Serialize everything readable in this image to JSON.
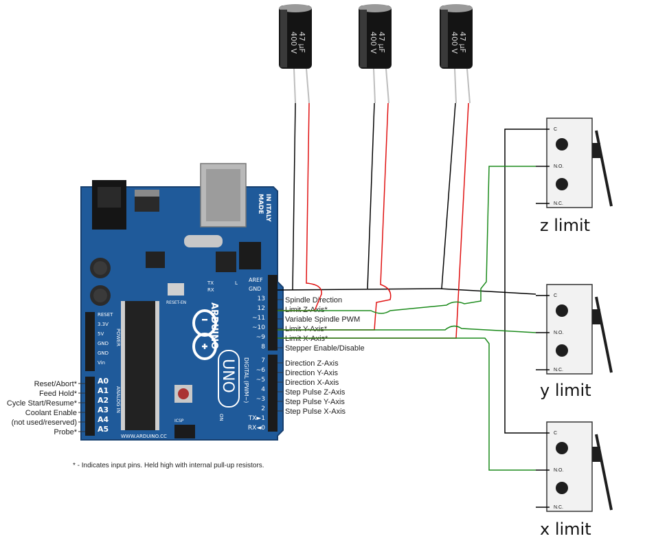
{
  "board": {
    "brand": "ARDUINO",
    "model": "UNO",
    "made_in": [
      "MADE",
      "IN ITALY"
    ],
    "website": "WWW.ARDUINO.CC",
    "digital_header": "DIGITAL (PWM~)",
    "power_header": "POWER",
    "analog_header": "ANALOG IN",
    "aref": "AREF",
    "gnd": "GND",
    "reset": "RESET",
    "reset_en": "RESET-EN",
    "icsp": "ICSP",
    "on": "ON",
    "tx": "TX",
    "rx": "RX",
    "l": "L",
    "power_pins": [
      "RESET",
      "3.3V",
      "5V",
      "GND",
      "GND",
      "Vin"
    ],
    "analog_pins": [
      "A0",
      "A1",
      "A2",
      "A3",
      "A4",
      "A5"
    ],
    "digital_pins": [
      "13",
      "12",
      "~11",
      "~10",
      "~9",
      "8",
      "7",
      "~6",
      "~5",
      "4",
      "~3",
      "2",
      "TX►1",
      "RX◄0"
    ],
    "colors": {
      "pcb": "#1f5a9a",
      "pcb_dark": "#173f6e",
      "header": "#1b1b1b",
      "chip": "#222222"
    }
  },
  "digital_labels": [
    "Spindle Direction",
    "Limit Z-Axis*",
    "Variable Spindle PWM",
    "Limit Y-Axis*",
    "Limit X-Axis*",
    "Stepper Enable/Disable",
    "Direction Z-Axis",
    "Direction Y-Axis",
    "Direction X-Axis",
    "Step Pulse Z-Axis",
    "Step Pulse Y-Axis",
    "Step Pulse X-Axis"
  ],
  "analog_labels": [
    "Reset/Abort*",
    "Feed Hold*",
    "Cycle Start/Resume*",
    "Coolant Enable",
    "(not used/reserved)",
    "Probe*"
  ],
  "footnote": "* - Indicates input pins. Held high with internal pull-up resistors.",
  "capacitors": [
    {
      "value": "47 µF",
      "voltage": "400 V"
    },
    {
      "value": "47 µF",
      "voltage": "400 V"
    },
    {
      "value": "47 µF",
      "voltage": "400 V"
    }
  ],
  "switches": [
    {
      "label": "z limit",
      "pins": [
        "C",
        "N.O.",
        "N.C."
      ]
    },
    {
      "label": "y limit",
      "pins": [
        "C",
        "N.O.",
        "N.C."
      ]
    },
    {
      "label": "x limit",
      "pins": [
        "C",
        "N.O.",
        "N.C."
      ]
    }
  ],
  "wire_colors": {
    "ground": "#000000",
    "signal_cap": "#e01010",
    "signal_switch": "#1a8a1a"
  }
}
